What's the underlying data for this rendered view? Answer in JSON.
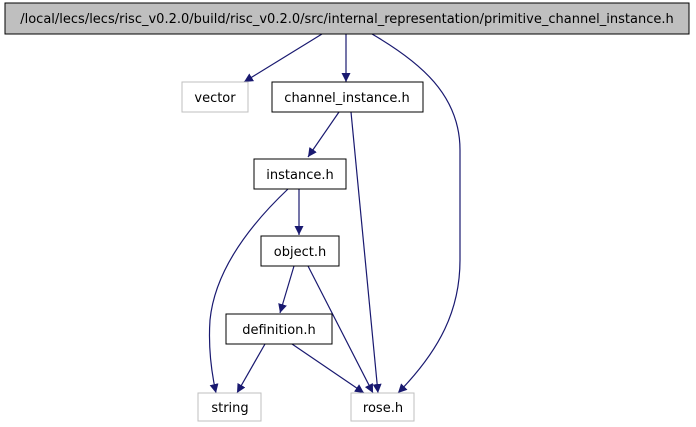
{
  "graph": {
    "root": {
      "id": "root",
      "label": "/local/lecs/lecs/risc_v0.2.0/build/risc_v0.2.0/src/internal_representation/primitive_channel_instance.h",
      "style": "root"
    },
    "nodes": [
      {
        "id": "vector",
        "label": "vector",
        "style": "external"
      },
      {
        "id": "channel_instance",
        "label": "channel_instance.h",
        "style": "file"
      },
      {
        "id": "instance",
        "label": "instance.h",
        "style": "file"
      },
      {
        "id": "object",
        "label": "object.h",
        "style": "file"
      },
      {
        "id": "definition",
        "label": "definition.h",
        "style": "file"
      },
      {
        "id": "string",
        "label": "string",
        "style": "external"
      },
      {
        "id": "rose",
        "label": "rose.h",
        "style": "external"
      }
    ],
    "edges": [
      {
        "from": "root",
        "to": "vector"
      },
      {
        "from": "root",
        "to": "channel_instance"
      },
      {
        "from": "root",
        "to": "rose"
      },
      {
        "from": "channel_instance",
        "to": "instance"
      },
      {
        "from": "channel_instance",
        "to": "rose"
      },
      {
        "from": "instance",
        "to": "object"
      },
      {
        "from": "instance",
        "to": "string"
      },
      {
        "from": "object",
        "to": "definition"
      },
      {
        "from": "object",
        "to": "rose"
      },
      {
        "from": "definition",
        "to": "string"
      },
      {
        "from": "definition",
        "to": "rose"
      }
    ],
    "colors": {
      "edge": "#191970",
      "root_fill": "#bfbfbf",
      "root_border": "#000000",
      "file_border": "#000000",
      "external_border": "#bfbfbf",
      "text": "#000000"
    }
  }
}
